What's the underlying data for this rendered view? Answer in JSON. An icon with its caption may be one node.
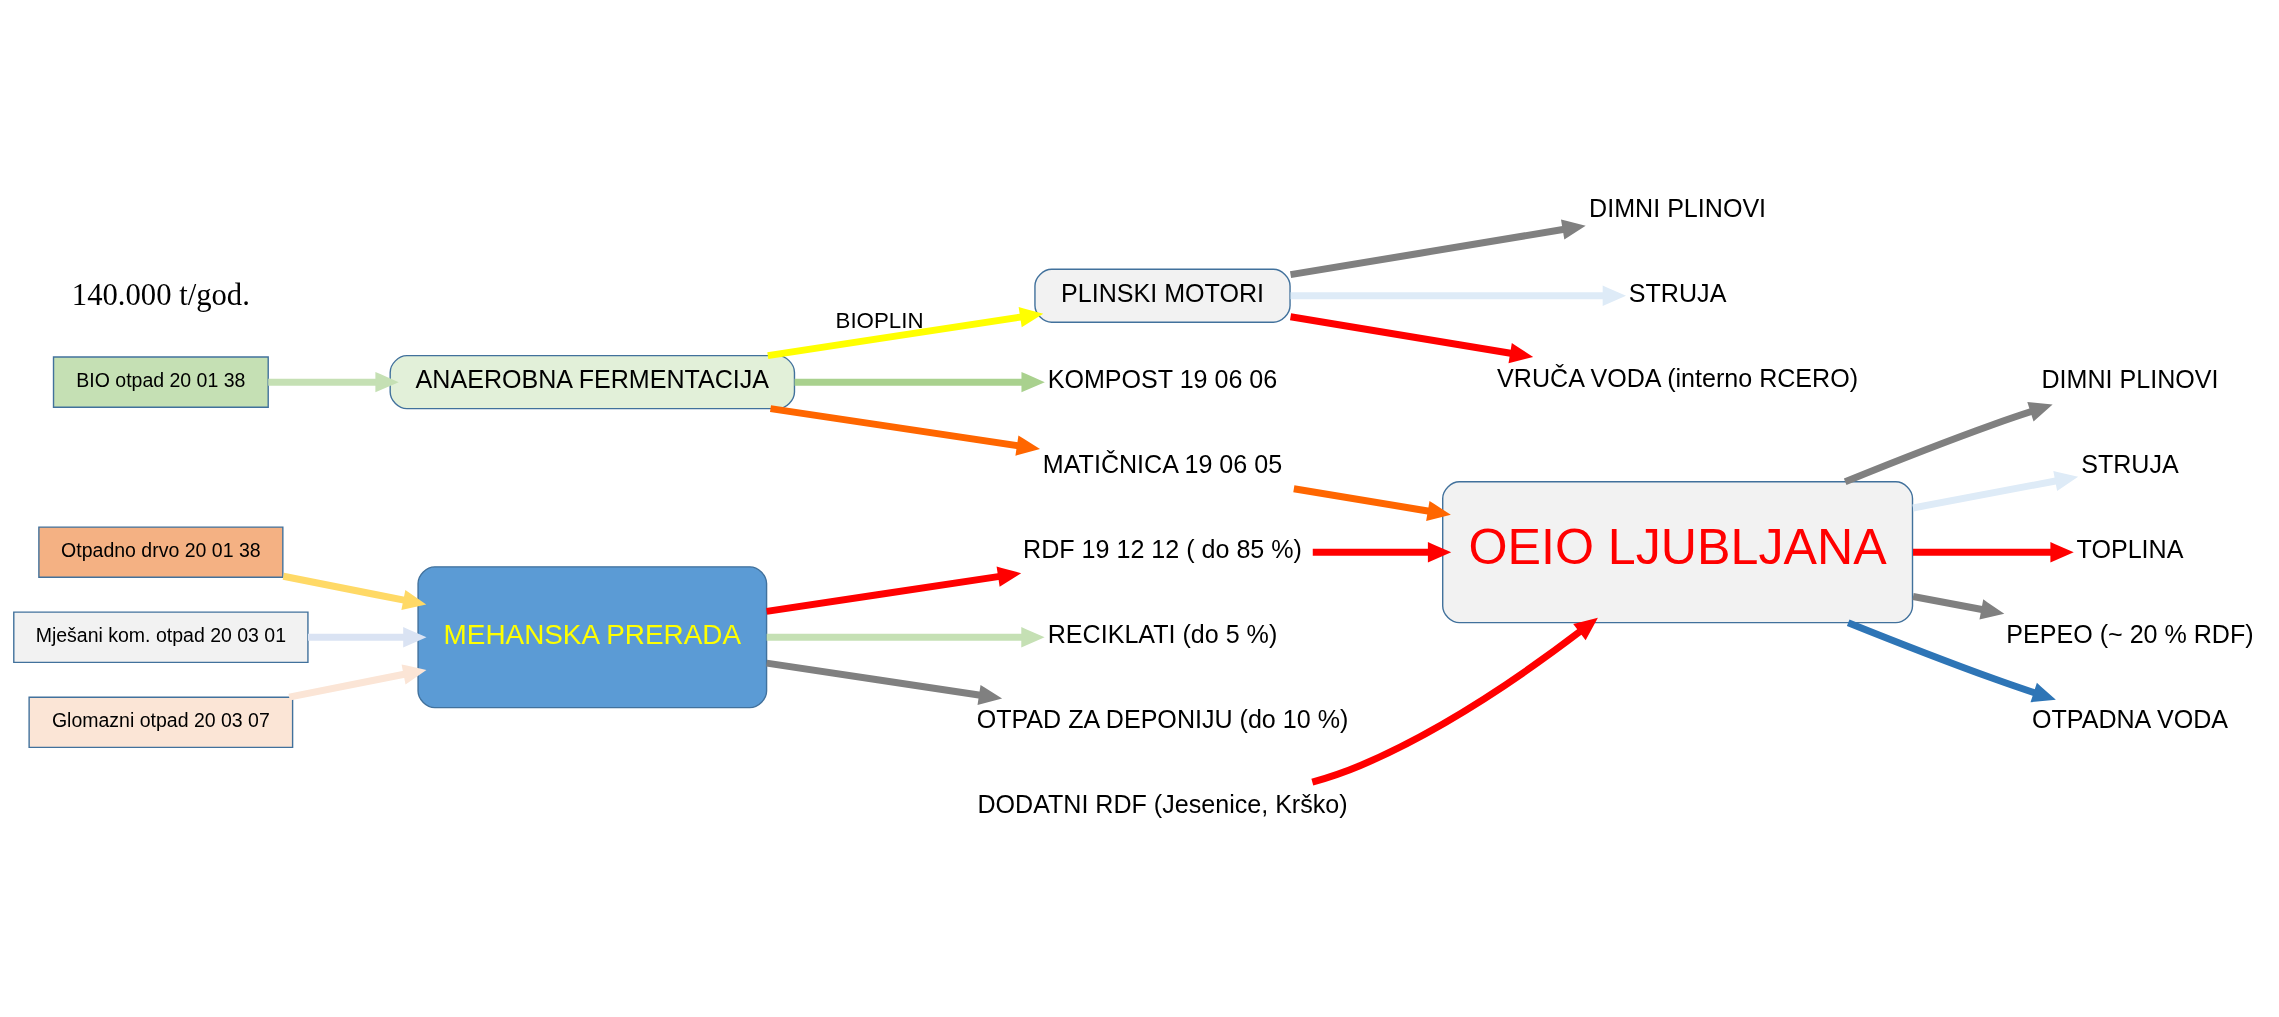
{
  "diagram": {
    "nodes": [
      {
        "text": [
          "BIO otpad 20 01 38"
        ]
      },
      {
        "text": [
          "ANAEROBNA FERMENTACIJA"
        ]
      },
      {
        "text": [
          "PLINSKI MOTORI"
        ]
      },
      {
        "text": [
          "DIMNI PLINOVI"
        ]
      },
      {
        "text": [
          "STRUJA"
        ]
      },
      {
        "text": [
          "VRUČA VODA (interno RCERO)"
        ]
      },
      {
        "text": [
          "KOMPOST 19 06 06"
        ]
      },
      {
        "text": [
          "MATIČNICA 19 06 05"
        ]
      },
      {
        "text": [
          "Otpadno drvo 20 01 38"
        ]
      },
      {
        "text": [
          "Mješani kom. otpad 20 03 01"
        ]
      },
      {
        "text": [
          "Glomazni otpad 20 03 07"
        ]
      },
      {
        "text": [
          "MEHANSKA PRERADA"
        ]
      },
      {
        "text": [
          "RDF 19 12 12 ( do 85 %)"
        ]
      },
      {
        "text": [
          "RECIKLATI (do 5 %)"
        ]
      },
      {
        "text": [
          "OTPAD ZA DEPONIJU (do 10 %)"
        ]
      },
      {
        "text": [
          "OEIO LJUBLJANA"
        ]
      },
      {
        "text": [
          "DODATNI RDF (Jesenice, Krško)"
        ]
      },
      {
        "text": [
          "DIMNI PLINOVI"
        ]
      },
      {
        "text": [
          "STRUJA"
        ]
      },
      {
        "text": [
          "TOPLINA"
        ]
      },
      {
        "text": [
          "PEPEO (~ 20 % RDF)"
        ]
      },
      {
        "text": [
          "OTPADNA VODA"
        ]
      }
    ],
    "edges": [
      {
        "from": 0,
        "to": 1,
        "arrow": "to",
        "color": "#c5e0b4"
      },
      {
        "from": 1,
        "to": 2,
        "arrow": "to",
        "label": "BIOPLIN",
        "color": "#ffff00"
      },
      {
        "from": 2,
        "to": 3,
        "arrow": "to",
        "color": "#808080"
      },
      {
        "from": 2,
        "to": 4,
        "arrow": "to",
        "color": "#deebf7"
      },
      {
        "from": 2,
        "to": 5,
        "arrow": "to",
        "color": "#ff0000"
      },
      {
        "from": 1,
        "to": 6,
        "arrow": "to",
        "color": "#a9d18e"
      },
      {
        "from": 1,
        "to": 7,
        "arrow": "to",
        "color": "#ff6600"
      },
      {
        "from": 7,
        "to": 15,
        "arrow": "to",
        "color": "#ff6600"
      },
      {
        "from": 8,
        "to": 11,
        "arrow": "to",
        "color": "#ffd966"
      },
      {
        "from": 9,
        "to": 11,
        "arrow": "to",
        "color": "#dae3f3"
      },
      {
        "from": 10,
        "to": 11,
        "arrow": "to",
        "color": "#fbe5d6"
      },
      {
        "from": 11,
        "to": 12,
        "arrow": "to",
        "color": "#ff0000"
      },
      {
        "from": 11,
        "to": 13,
        "arrow": "to",
        "color": "#c5e0b4"
      },
      {
        "from": 11,
        "to": 14,
        "arrow": "to",
        "color": "#808080"
      },
      {
        "from": 12,
        "to": 15,
        "arrow": "to",
        "color": "#ff0000"
      },
      {
        "from": 16,
        "to": 15,
        "arrow": "to",
        "color": "#ff0000"
      },
      {
        "from": 15,
        "to": 17,
        "arrow": "to",
        "color": "#808080"
      },
      {
        "from": 15,
        "to": 18,
        "arrow": "to",
        "color": "#deebf7"
      },
      {
        "from": 15,
        "to": 19,
        "arrow": "to",
        "color": "#ff0000"
      },
      {
        "from": 15,
        "to": 20,
        "arrow": "to",
        "color": "#808080"
      },
      {
        "from": 15,
        "to": 21,
        "arrow": "to",
        "color": "#2e75b6"
      }
    ],
    "labels": [
      "140.000 t/god."
    ]
  }
}
